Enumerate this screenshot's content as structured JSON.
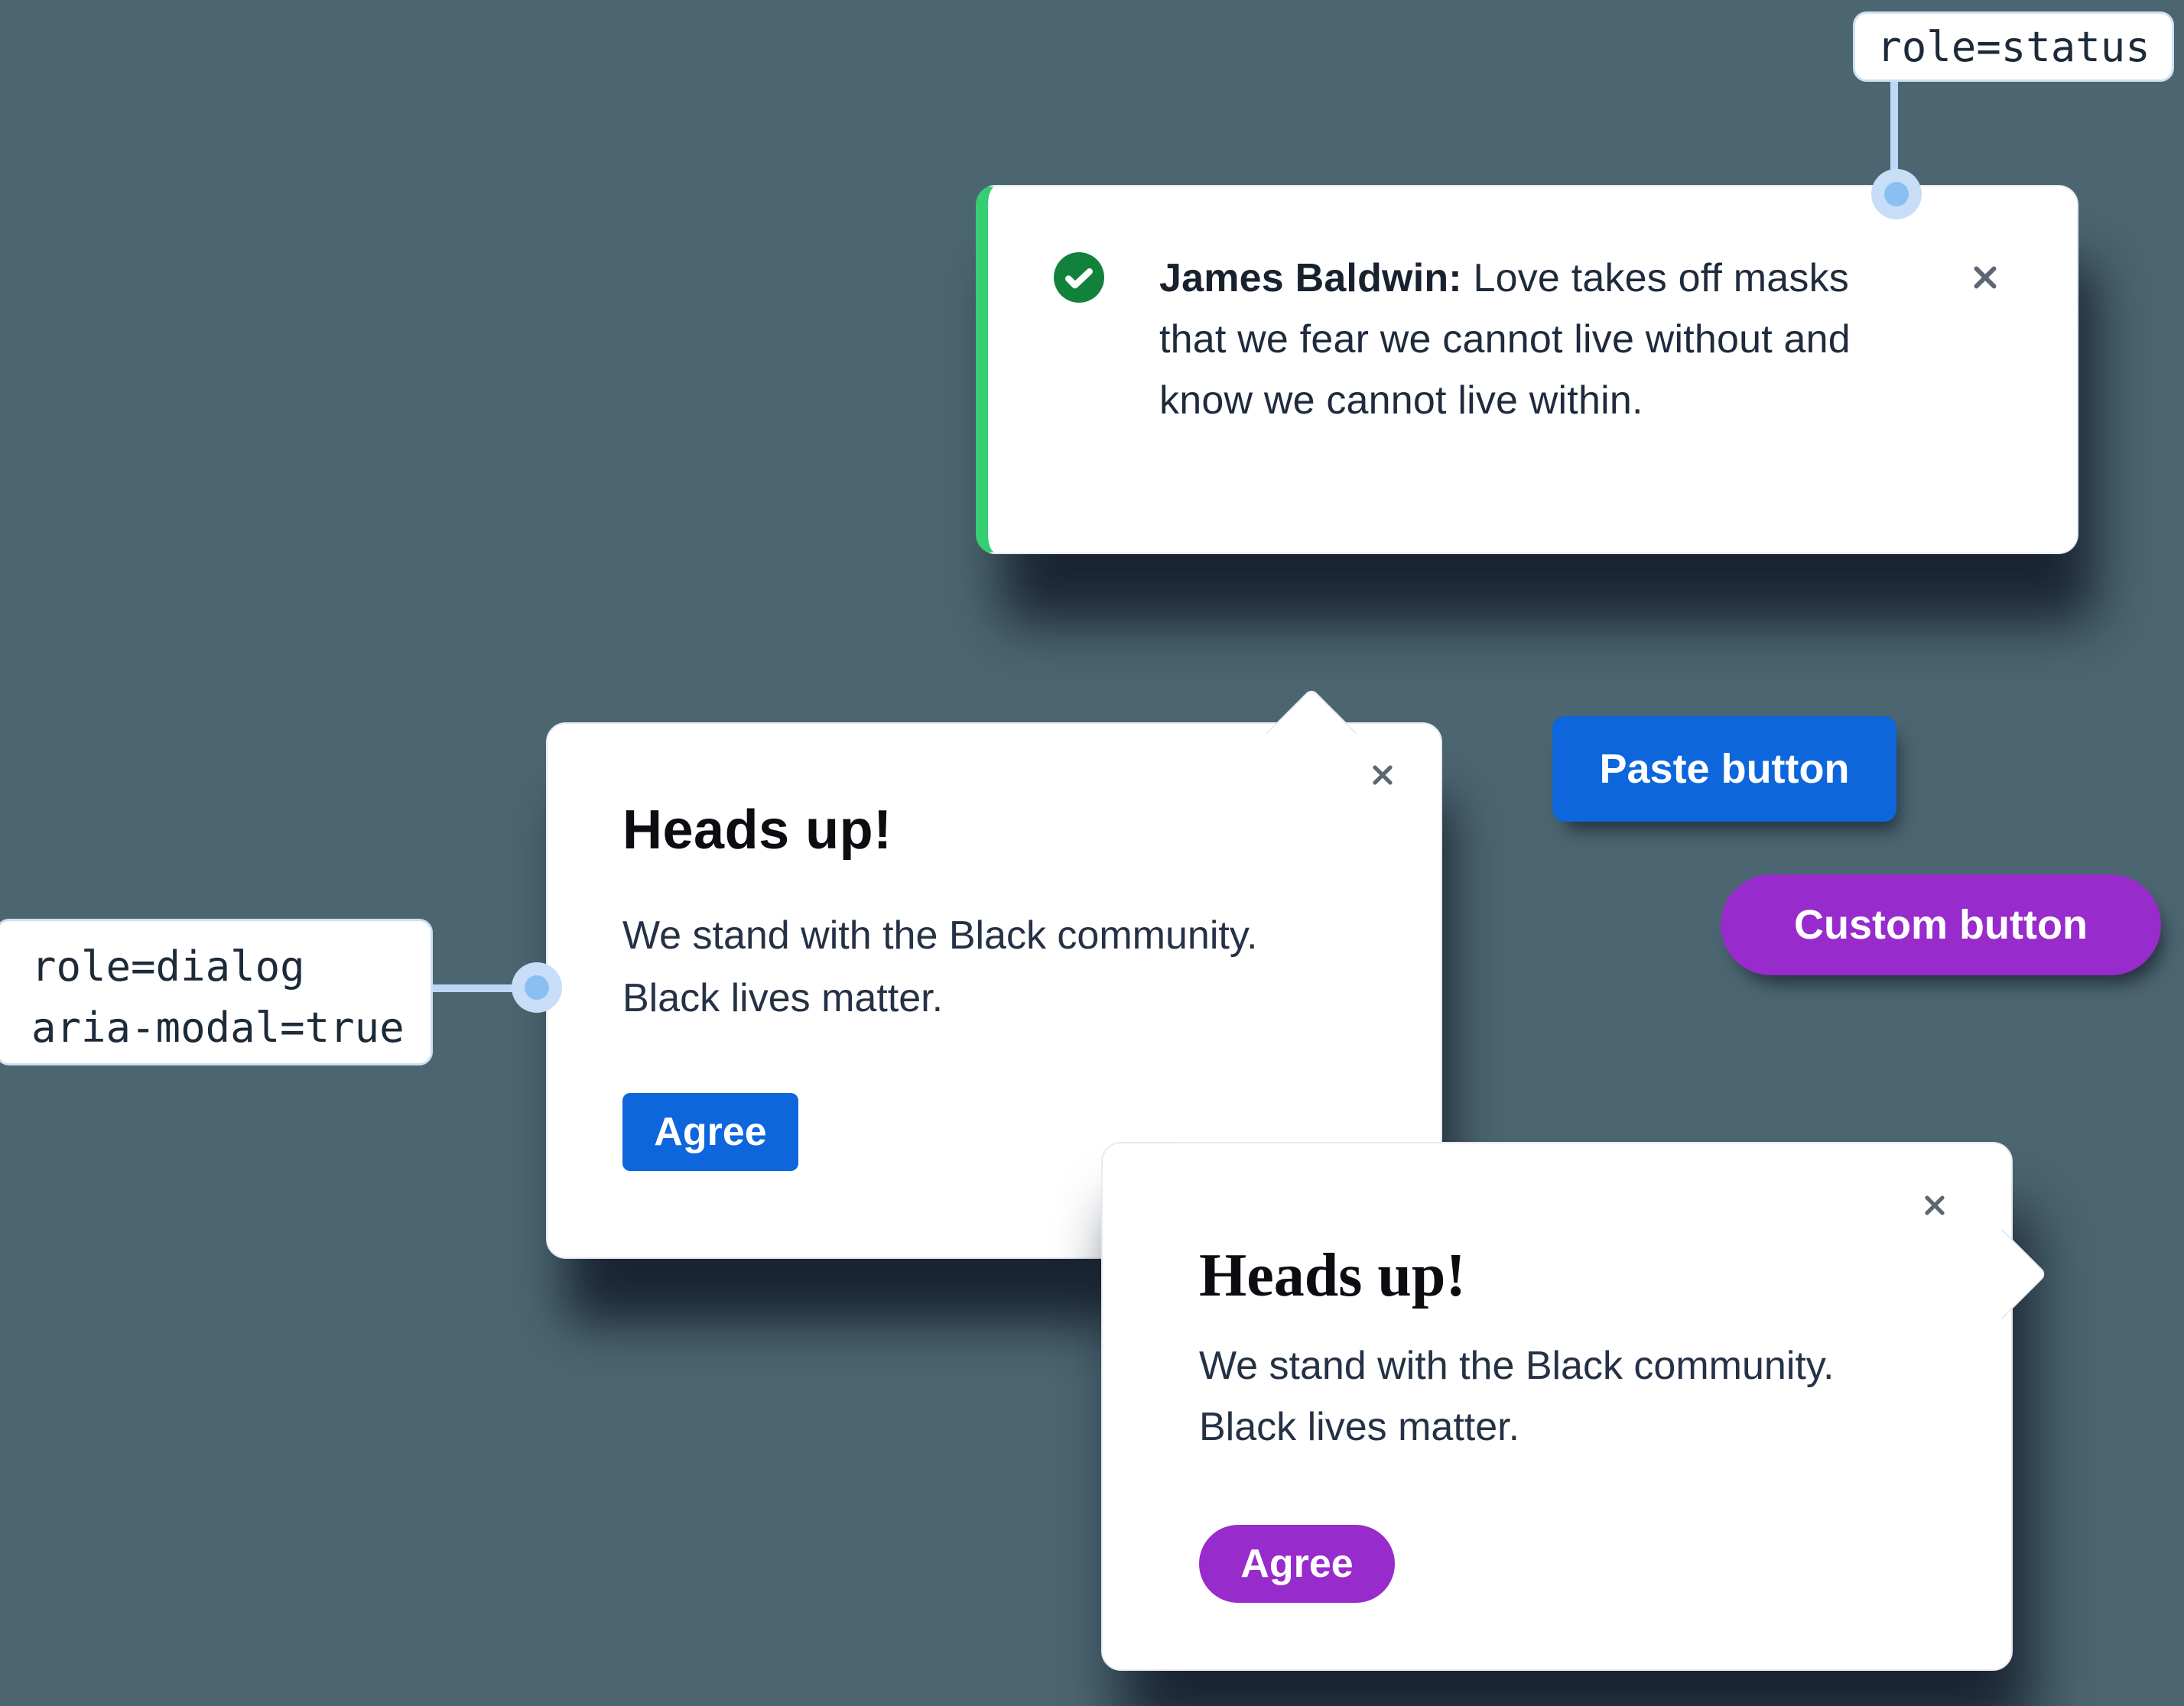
{
  "colors": {
    "background": "#4c6671",
    "card": "#ffffff",
    "card-border": "#e7eaf1",
    "shadow": "#182230",
    "text-dark": "#1f2b3d",
    "heading-black": "#0b0d10",
    "blue": "#0d66db",
    "purple": "#982bcb",
    "green-bar": "#35ce72",
    "green-check": "#12813c",
    "connector": "#bdd8f6",
    "connector-dot": "#8bbff2",
    "close-gray": "#5d6673"
  },
  "annotations": {
    "status_label": "role=status",
    "dialog_label_line1": "role=dialog",
    "dialog_label_line2": "aria-modal=true"
  },
  "toast": {
    "author": "James Baldwin:",
    "message": "Love takes off masks that we fear we cannot live without and know we cannot live within.",
    "icon": "check-circle"
  },
  "dialog_modal": {
    "title": "Heads up!",
    "body": "We stand with the Black community. Black lives matter.",
    "agree_label": "Agree"
  },
  "dialog_custom": {
    "title": "Heads up!",
    "body": "We stand with the Black community. Black lives matter.",
    "agree_label": "Agree"
  },
  "buttons": {
    "paste": "Paste button",
    "custom": "Custom button"
  }
}
